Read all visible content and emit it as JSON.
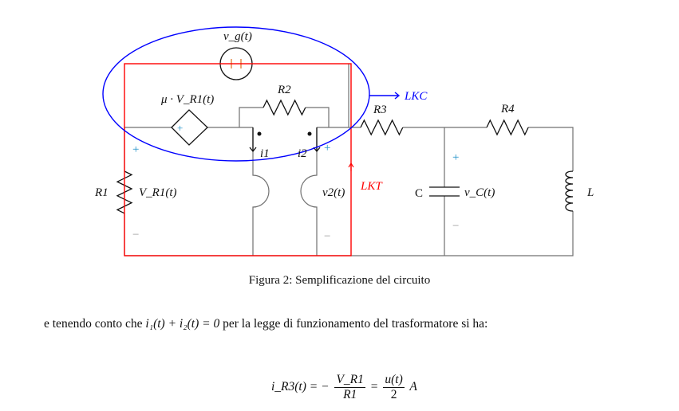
{
  "figure": {
    "labels": {
      "vg": "v_g(t)",
      "mu_source": "μ · V_R1(t)",
      "r1": "R1",
      "r2": "R2",
      "r3": "R3",
      "r4": "R4",
      "vr1": "V_R1(t)",
      "i1": "i1",
      "i2": "i2",
      "v2": "v2(t)",
      "c": "C",
      "vc": "v_C(t)",
      "l": "L",
      "lkc": "LKC",
      "lkt": "LKT",
      "plus": "+",
      "minus": "−"
    },
    "colors": {
      "lkc": "#0000ff",
      "lkt": "#ff0000",
      "sign": "#1e90c8",
      "wire": "#707070"
    },
    "caption": "Figura 2: Semplificazione del circuito"
  },
  "text": {
    "paragraph_pre": "e tenendo conto che ",
    "paragraph_math": "i₁(t) + i₂(t) = 0",
    "paragraph_post": " per la legge di funzionamento del trasformatore si ha:"
  },
  "equation": {
    "lhs": "i_R3(t) = −",
    "frac1_num": "V_R1",
    "frac1_den": "R1",
    "eq2": "=",
    "frac2_num": "u(t)",
    "frac2_den": "2",
    "unit": "A"
  }
}
